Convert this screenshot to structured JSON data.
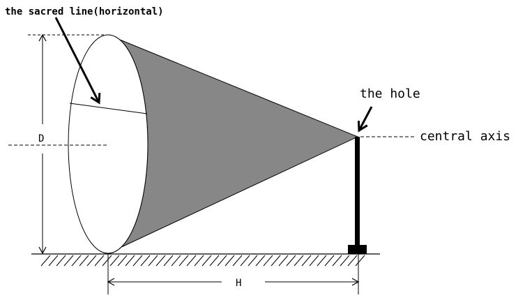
{
  "labels": {
    "sacred_line": "the sacred line(horizontal)",
    "hole": "the hole",
    "central_axis": "central axis",
    "diameter": "D",
    "height": "H"
  },
  "colors": {
    "cone_fill": "#878787",
    "line": "#000000",
    "background": "#ffffff"
  }
}
